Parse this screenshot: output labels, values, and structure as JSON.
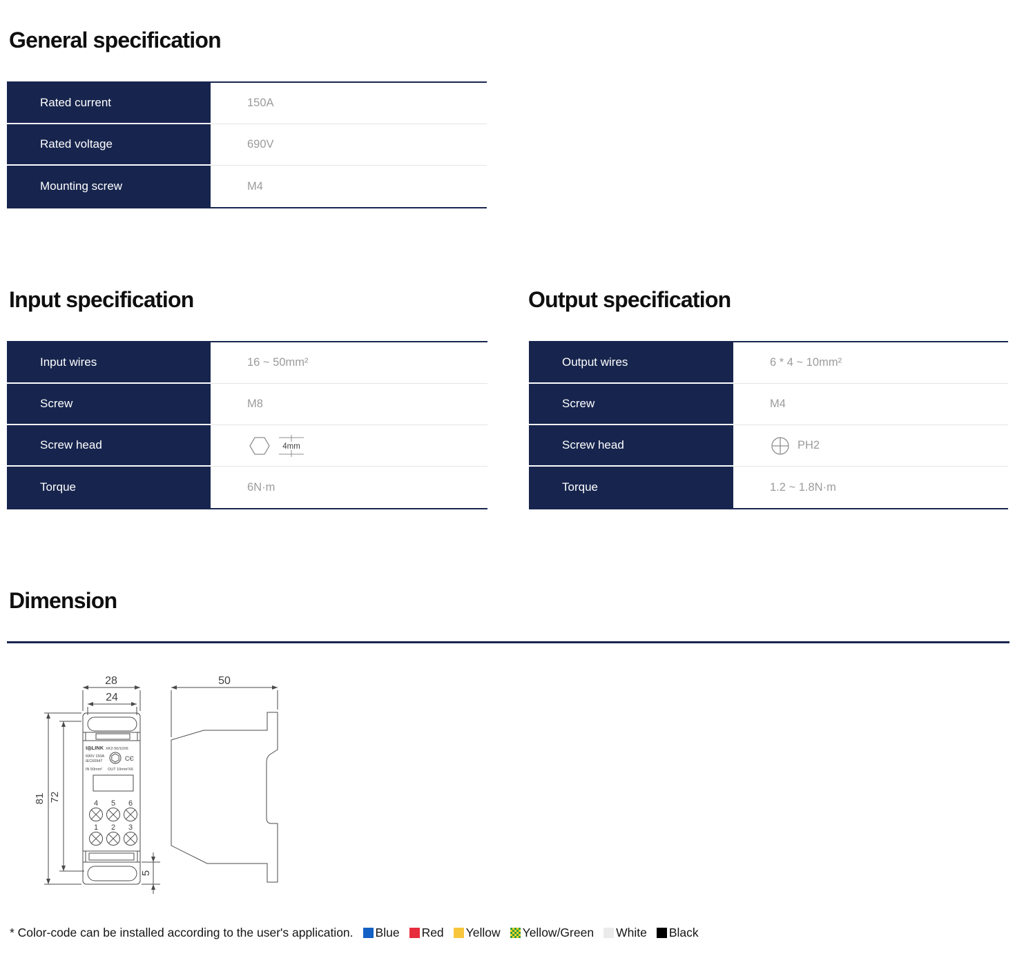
{
  "colors": {
    "navy": "#17254e",
    "value_text": "#9b9b9b",
    "heading_text": "#0f0f0f"
  },
  "sections": {
    "general": {
      "title": "General specification",
      "rows": [
        {
          "label": "Rated current",
          "value": "150A"
        },
        {
          "label": "Rated voltage",
          "value": "690V"
        },
        {
          "label": "Mounting screw",
          "value": "M4"
        }
      ]
    },
    "input": {
      "title": "Input specification",
      "rows": [
        {
          "label": "Input wires",
          "value": "16 ~ 50mm²"
        },
        {
          "label": "Screw",
          "value": "M8"
        },
        {
          "label": "Screw head",
          "icon": "hex-socket-icon",
          "dim": "4mm"
        },
        {
          "label": "Torque",
          "value": "6N·m"
        }
      ]
    },
    "output": {
      "title": "Output specification",
      "rows": [
        {
          "label": "Output wires",
          "value": "6 * 4 ~ 10mm²"
        },
        {
          "label": "Screw",
          "value": "M4"
        },
        {
          "label": "Screw head",
          "icon": "phillips-icon",
          "value": "PH2"
        },
        {
          "label": "Torque",
          "value": "1.2 ~ 1.8N·m"
        }
      ]
    },
    "dimension": {
      "title": "Dimension"
    }
  },
  "drawing": {
    "front": {
      "dim_outer_width": "28",
      "dim_inner_width": "24",
      "dim_outer_height": "81",
      "dim_inner_height": "72",
      "dim_bottom": "5",
      "brand": "I◎LINK",
      "model": "XK2-50/10X6",
      "rating1": "690V 150A",
      "rating2": "IEC60947",
      "ce_mark": "CЄ",
      "in_label": "IN 50mm²",
      "out_label": "OUT 10mm²X6",
      "terminals": [
        "4",
        "5",
        "6",
        "1",
        "2",
        "3"
      ]
    },
    "side": {
      "dim_width": "50"
    }
  },
  "footer": {
    "note": "* Color-code can be installed according to the user's application.",
    "codes": [
      {
        "label": "Blue",
        "hex": "#1361c4"
      },
      {
        "label": "Red",
        "hex": "#e62e3e"
      },
      {
        "label": "Yellow",
        "hex": "#f8c63d"
      },
      {
        "label": "Yellow/Green",
        "hex": "#2f9e41",
        "hex2": "#f5d327"
      },
      {
        "label": "White",
        "hex": "#ebebeb"
      },
      {
        "label": "Black",
        "hex": "#000000"
      }
    ]
  }
}
